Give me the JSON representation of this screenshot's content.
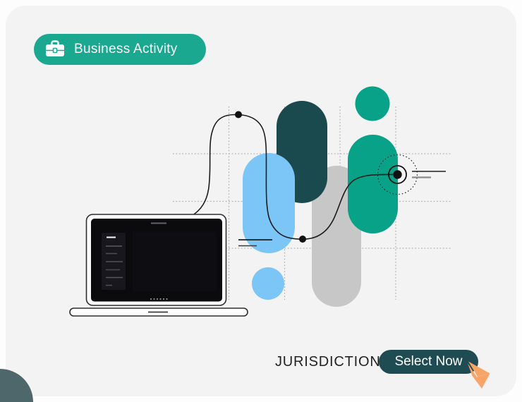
{
  "badge": {
    "label": "Business Activity",
    "icon": "briefcase-icon"
  },
  "cta": {
    "label": "JURISDICTION",
    "button_label": "Select Now",
    "cursor_icon": "cursor-pointer-icon"
  },
  "illustration": {
    "icons": [
      "laptop-icon",
      "target-icon",
      "flow-line",
      "grid-lines",
      "corner-accent"
    ]
  },
  "colors": {
    "outer_background": "#fdfdfd",
    "board_background": "#f2f3f2",
    "badge_teal": "#1ba890",
    "teal_shape": "#07a287",
    "dark_teal_shape": "#1b4a4e",
    "light_blue_shape": "#7cc5f7",
    "gray_shape": "#c7c7c7",
    "corner_accent": "#4d676b",
    "button_background": "#1f4b53",
    "cursor_orange": "#f7a467",
    "line_black": "#1c1c1c",
    "grid_gray": "#b3b3b3",
    "label_text": "#232323"
  }
}
